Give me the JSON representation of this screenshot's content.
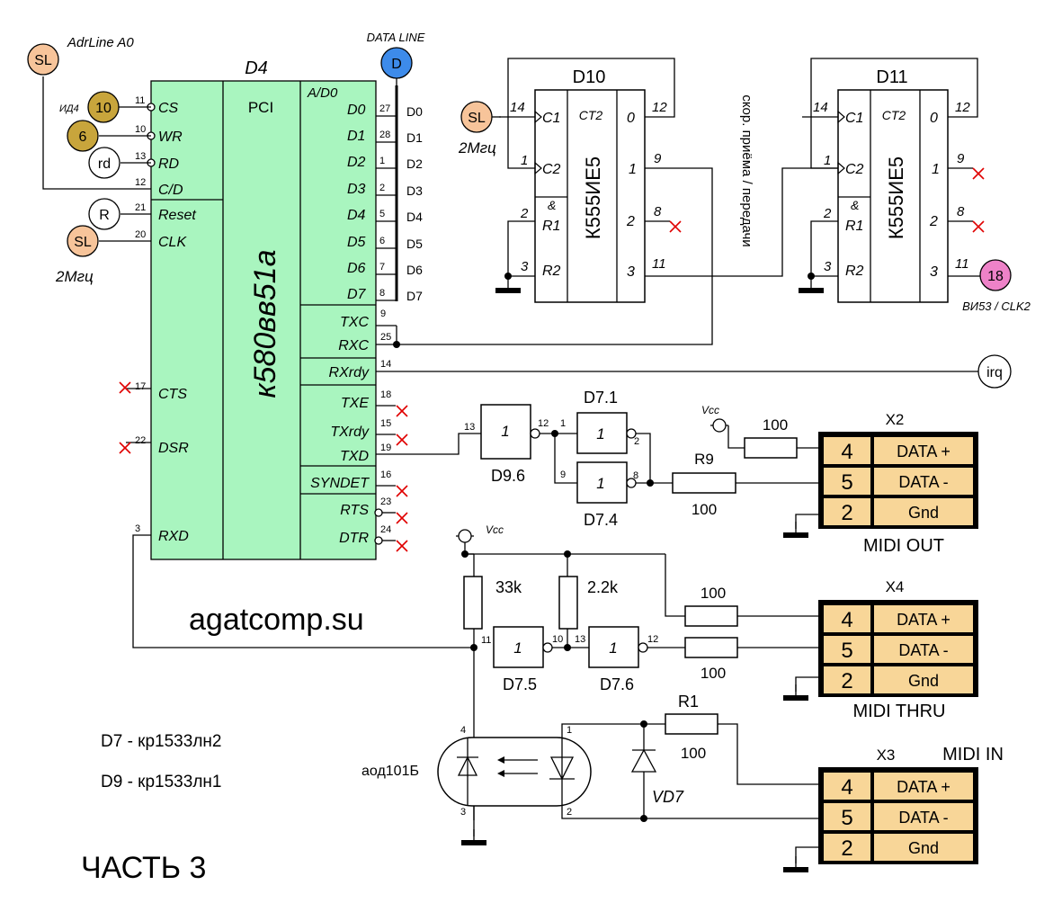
{
  "title": "ЧАСТЬ 3",
  "site": "agatcomp.su",
  "notes": [
    "D7 - кр1533лн2",
    "D9 - кр1533лн1"
  ],
  "colors": {
    "chip_fill": "#a9f5bf",
    "connector_fill": "#f8d698",
    "sl_circle": "#f7c49a",
    "num_circle": "#c8a53c",
    "pink_circle": "#ee82c8",
    "blue_circle": "#3d8bea",
    "cross": "#e00000"
  },
  "d4": {
    "ref": "D4",
    "part": "к580вв51а",
    "pci": "PCI",
    "ad0": "A/D0",
    "pins_left": [
      {
        "label": "CS",
        "num": "11"
      },
      {
        "label": "WR",
        "num": "10"
      },
      {
        "label": "RD",
        "num": "13"
      },
      {
        "label": "C/D",
        "num": "12"
      },
      {
        "label": "Reset",
        "num": "21"
      },
      {
        "label": "CLK",
        "num": "20"
      },
      {
        "label": "CTS",
        "num": "17"
      },
      {
        "label": "DSR",
        "num": "22"
      },
      {
        "label": "RXD",
        "num": "3"
      }
    ],
    "pins_data": [
      {
        "label": "D0",
        "num": "27",
        "net": "D0"
      },
      {
        "label": "D1",
        "num": "28",
        "net": "D1"
      },
      {
        "label": "D2",
        "num": "1",
        "net": "D2"
      },
      {
        "label": "D3",
        "num": "2",
        "net": "D3"
      },
      {
        "label": "D4",
        "num": "5",
        "net": "D4"
      },
      {
        "label": "D5",
        "num": "6",
        "net": "D5"
      },
      {
        "label": "D6",
        "num": "7",
        "net": "D6"
      },
      {
        "label": "D7",
        "num": "8",
        "net": "D7"
      }
    ],
    "pins_right": [
      {
        "label": "TXC",
        "num": "9"
      },
      {
        "label": "RXC",
        "num": "25"
      },
      {
        "label": "RXrdy",
        "num": "14"
      },
      {
        "label": "TXE",
        "num": "18"
      },
      {
        "label": "TXrdy",
        "num": "15"
      },
      {
        "label": "TXD",
        "num": "19"
      },
      {
        "label": "SYNDET",
        "num": "16"
      },
      {
        "label": "RTS",
        "num": "23"
      },
      {
        "label": "DTR",
        "num": "24"
      }
    ]
  },
  "signals": {
    "sl_top": "SL",
    "adrline": "AdrLine A0",
    "id4": "ИД4",
    "n10": "10",
    "n6": "6",
    "rd": "rd",
    "reset": "R",
    "sl_clk": "SL",
    "clk_freq": "2Мгц",
    "data_line": "DATA LINE",
    "data_d": "D",
    "irq": "irq"
  },
  "counters": [
    {
      "ref": "D10",
      "part": "К555ИЕ5",
      "ct": "CT2",
      "in_sl": "SL",
      "in_freq": "2Мгц",
      "pins": {
        "c1": "C1",
        "c2": "C2",
        "r1": "R1",
        "r2": "R2",
        "amp": "&",
        "q0": "0",
        "q1": "1",
        "q2": "2",
        "q3": "3",
        "n14": "14",
        "n1": "1",
        "n2": "2",
        "n3": "3",
        "n12": "12",
        "n9": "9",
        "n8": "8",
        "n11": "11"
      }
    },
    {
      "ref": "D11",
      "part": "К555ИЕ5",
      "ct": "CT2",
      "pins": {
        "c1": "C1",
        "c2": "C2",
        "r1": "R1",
        "r2": "R2",
        "amp": "&",
        "q0": "0",
        "q1": "1",
        "q2": "2",
        "q3": "3",
        "n14": "14",
        "n1": "1",
        "n2": "2",
        "n3": "3",
        "n12": "12",
        "n9": "9",
        "n8": "8",
        "n11": "11"
      },
      "out_num": "18",
      "out_label": "ВИ53 / CLK2"
    }
  ],
  "vertical_label": "скор. приёма / передачи",
  "gates": {
    "d96": {
      "ref": "D9.6",
      "sym": "1",
      "in": "13",
      "out": "12"
    },
    "d71": {
      "ref": "D7.1",
      "sym": "1",
      "in": "1",
      "out": "2"
    },
    "d74": {
      "ref": "D7.4",
      "sym": "1",
      "in": "9",
      "out": "8"
    },
    "d75": {
      "ref": "D7.5",
      "sym": "1",
      "in": "11",
      "out": "10"
    },
    "d76": {
      "ref": "D7.6",
      "sym": "1",
      "in": "13",
      "out": "12"
    }
  },
  "resistors": {
    "r_out_top": "100",
    "r9": "R9",
    "r9_val": "100",
    "r33k": "33k",
    "r22k": "2.2k",
    "r_thru_top": "100",
    "r_thru_bot": "100",
    "r1": "R1",
    "r1_val": "100"
  },
  "vcc": [
    "Vcc",
    "Vcc"
  ],
  "opto": {
    "ref": "аод101Б",
    "p4": "4",
    "p3": "3",
    "p1": "1",
    "p2": "2"
  },
  "diode": {
    "ref": "VD7"
  },
  "connectors": [
    {
      "ref": "X2",
      "caption": "MIDI OUT",
      "rows": [
        {
          "pin": "4",
          "label": "DATA +"
        },
        {
          "pin": "5",
          "label": "DATA -"
        },
        {
          "pin": "2",
          "label": "Gnd"
        }
      ]
    },
    {
      "ref": "X4",
      "caption": "MIDI THRU",
      "rows": [
        {
          "pin": "4",
          "label": "DATA +"
        },
        {
          "pin": "5",
          "label": "DATA -"
        },
        {
          "pin": "2",
          "label": "Gnd"
        }
      ]
    },
    {
      "ref": "X3",
      "caption": "MIDI IN",
      "rows": [
        {
          "pin": "4",
          "label": "DATA +"
        },
        {
          "pin": "5",
          "label": "DATA -"
        },
        {
          "pin": "2",
          "label": "Gnd"
        }
      ]
    }
  ]
}
